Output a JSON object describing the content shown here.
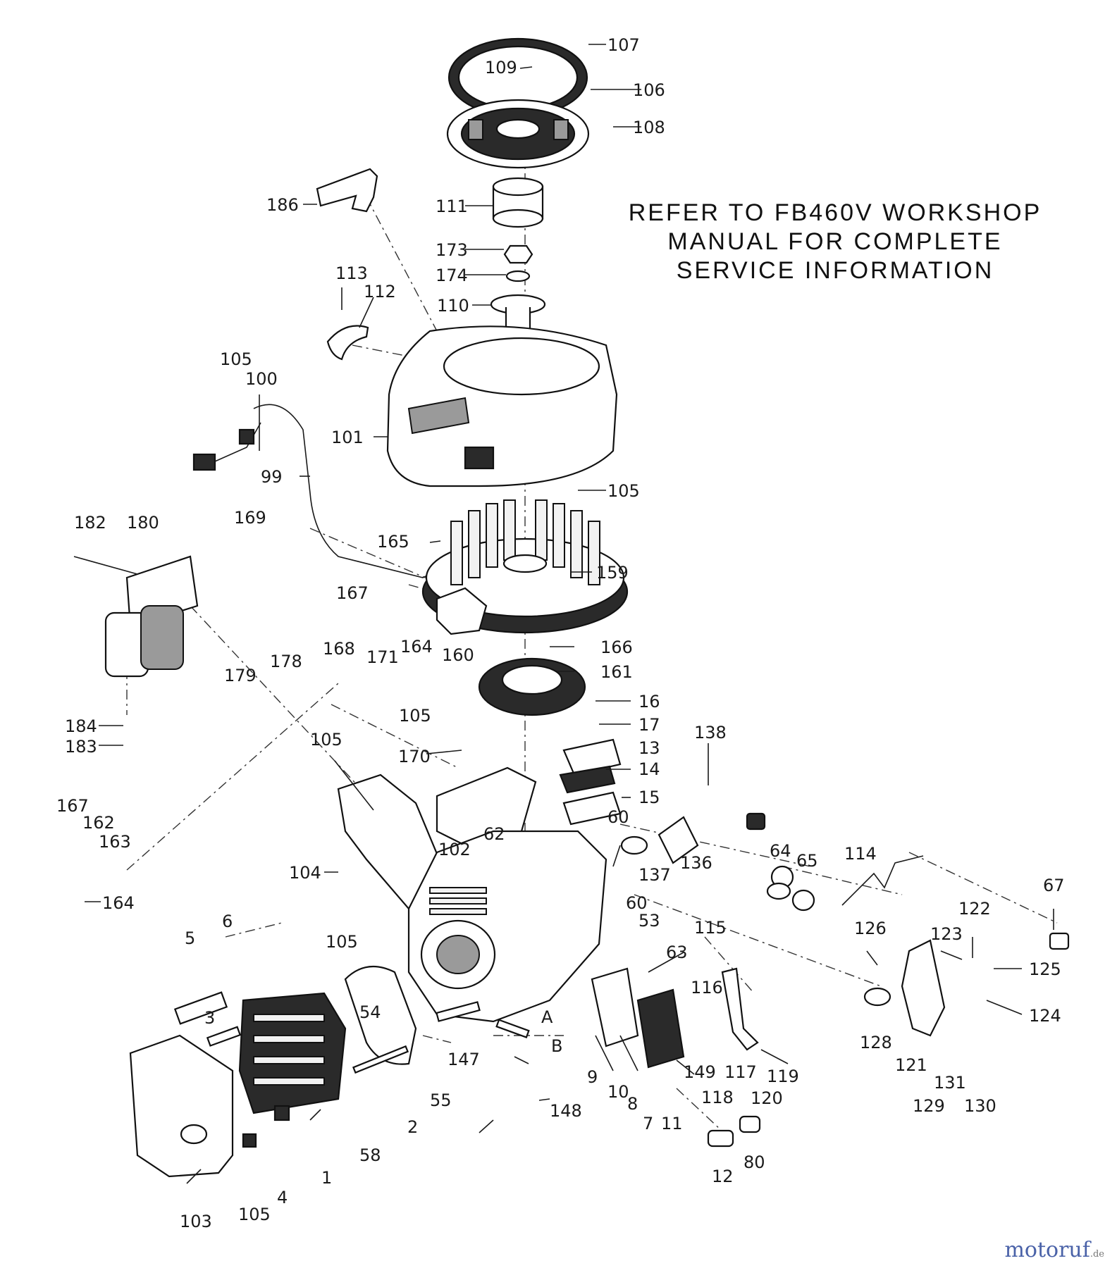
{
  "note": {
    "lines": [
      "REFER TO FB460V WORKSHOP",
      "MANUAL FOR COMPLETE",
      "SERVICE INFORMATION"
    ]
  },
  "watermark": {
    "main": "motoruf",
    "tld": ".de"
  },
  "callouts": {
    "c107": "107",
    "c109": "109",
    "c106": "106",
    "c108": "108",
    "c186": "186",
    "c111": "111",
    "c173": "173",
    "c174": "174",
    "c110": "110",
    "c113": "113",
    "c112": "112",
    "c105a": "105",
    "c100": "100",
    "c101": "101",
    "c99": "99",
    "c105b": "105",
    "c182": "182",
    "c180": "180",
    "c169": "169",
    "c165": "165",
    "c159": "159",
    "c167a": "167",
    "c168": "168",
    "c171": "171",
    "c164a": "164",
    "c160": "160",
    "c179": "179",
    "c178": "178",
    "c166": "166",
    "c161": "161",
    "c16": "16",
    "c17": "17",
    "c105c": "105",
    "c184": "184",
    "c183": "183",
    "c13": "13",
    "c170": "170",
    "c105d": "105",
    "c14": "14",
    "c138": "138",
    "c15": "15",
    "c167b": "167",
    "c162": "162",
    "c163": "163",
    "c60a": "60",
    "c102": "102",
    "c62": "62",
    "c64": "64",
    "c65": "65",
    "c114": "114",
    "c136": "136",
    "c137": "137",
    "c104": "104",
    "c164b": "164",
    "c67": "67",
    "c60b": "60",
    "c122": "122",
    "c53": "53",
    "c126": "126",
    "c123": "123",
    "c115": "115",
    "c6": "6",
    "c5": "5",
    "c105e": "105",
    "c63": "63",
    "c125": "125",
    "c116": "116",
    "c54": "54",
    "cA": "A",
    "c124": "124",
    "c3": "3",
    "cB": "B",
    "c128": "128",
    "c147": "147",
    "c149": "149",
    "c117": "117",
    "c119": "119",
    "c121": "121",
    "c9": "9",
    "c2": "2",
    "c55": "55",
    "c148": "148",
    "c10": "10",
    "c8": "8",
    "c118": "118",
    "c120": "120",
    "c122b": "131",
    "c129": "129",
    "c130": "130",
    "c7": "7",
    "c11": "11",
    "c58": "58",
    "c1": "1",
    "c4": "4",
    "c80": "80",
    "c12": "12",
    "c103": "103",
    "c105f": "105"
  }
}
